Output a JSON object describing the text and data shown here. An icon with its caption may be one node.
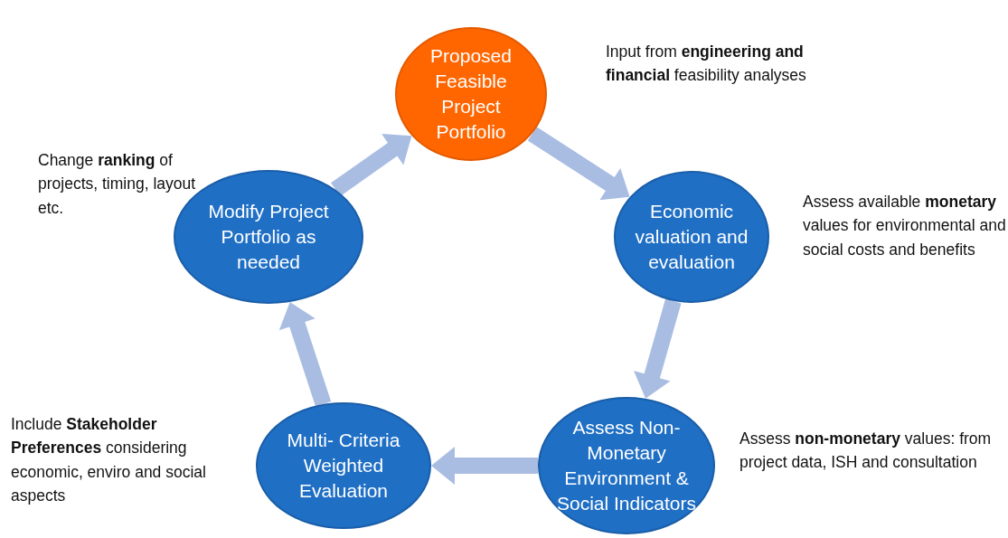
{
  "diagram": {
    "nodes": [
      {
        "text": [
          "Proposed Feasible Project Portfolio"
        ],
        "beside": [
          "Input from **engineering and financial** feasibility analyses"
        ]
      },
      {
        "text": [
          "Economic valuation and evaluation"
        ],
        "beside": [
          "Assess available **monetary** values for environmental and social costs and benefits"
        ]
      },
      {
        "text": [
          "Assess Non-Monetary Environment & Social Indicators"
        ],
        "beside": [
          "Assess **non-monetary** values: from project data, ISH and consultation"
        ]
      },
      {
        "text": [
          "Multi- Criteria Weighted Evaluation"
        ],
        "beside": [
          "Include **Stakeholder Preferences** considering economic, enviro and social aspects"
        ]
      },
      {
        "text": [
          "Modify Project Portfolio as needed"
        ],
        "beside": [
          "Change **ranking** of projects, timing, layout etc."
        ]
      }
    ],
    "edges": [
      {
        "from": 0,
        "to": 1,
        "arrow": "to"
      },
      {
        "from": 1,
        "to": 2,
        "arrow": "to"
      },
      {
        "from": 2,
        "to": 3,
        "arrow": "to"
      },
      {
        "from": 3,
        "to": 4,
        "arrow": "to"
      },
      {
        "from": 4,
        "to": 0,
        "arrow": "to"
      }
    ]
  }
}
